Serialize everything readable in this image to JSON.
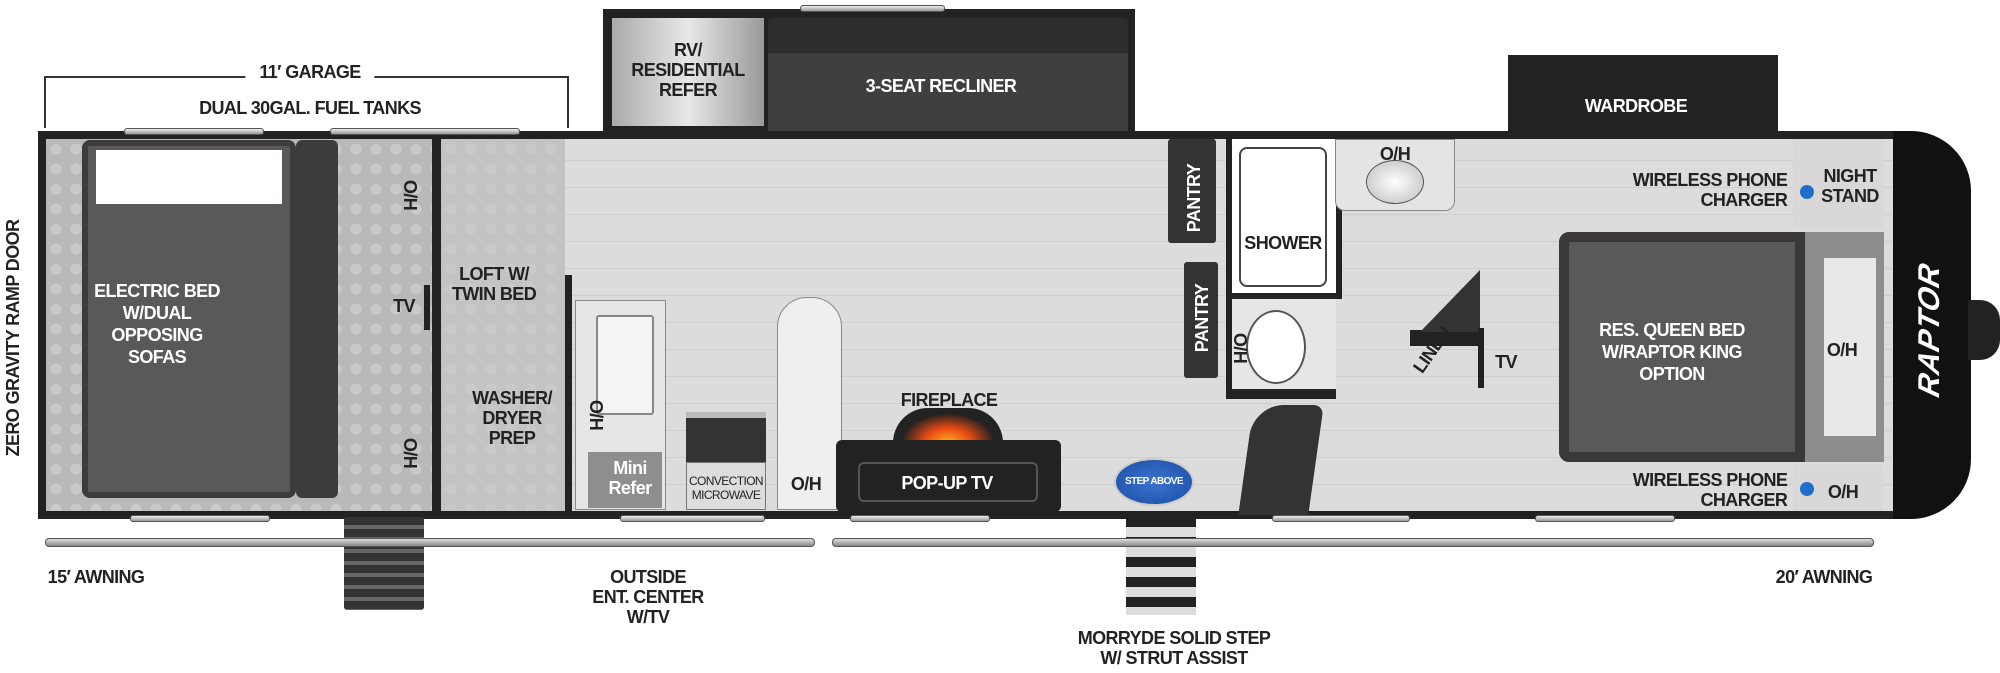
{
  "colors": {
    "wall": "#222222",
    "floor": "#dcdcdc",
    "garage_floor": "#b9b9bb",
    "furniture": "#3d3b3c",
    "charger_dot": "#1f6fc9",
    "logo_blue": "#1d4fa3"
  },
  "dimensions": {
    "garage": "11′ GARAGE",
    "fuel_tanks": "DUAL 30GAL. FUEL TANKS"
  },
  "exterior": {
    "ramp_door": "ZERO GRAVITY RAMP DOOR",
    "awning_left": "15′ AWNING",
    "awning_right": "20′ AWNING",
    "outside_ent": "OUTSIDE\nENT. CENTER\nW/TV",
    "step": "MORRYDE SOLID STEP\nW/ STRUT ASSIST"
  },
  "garage": {
    "bed": "ELECTRIC BED\nW/DUAL\nOPPOSING\nSOFAS",
    "oh_top": "O/H",
    "oh_bottom": "O/H",
    "tv": "TV",
    "loft": "LOFT W/\nTWIN BED",
    "washer": "WASHER/\nDRYER\nPREP"
  },
  "kitchen": {
    "oh_sink": "O/H",
    "mini_refer": "Mini\nRefer",
    "microwave": "CONVECTION\nMICROWAVE",
    "oh": "O/H",
    "fireplace": "FIREPLACE",
    "popup_tv": "POP-UP TV",
    "refer": "RV/\nRESIDENTIAL\nREFER",
    "recliner": "3-SEAT RECLINER",
    "pantry1": "PANTRY",
    "pantry2": "PANTRY"
  },
  "bath": {
    "shower": "SHOWER",
    "oh_vanity": "O/H",
    "oh_toilet": "O/H",
    "linen": "LINEN",
    "tv": "TV"
  },
  "bedroom": {
    "wardrobe": "WARDROBE",
    "charger_top": "WIRELESS PHONE\nCHARGER",
    "nightstand": "NIGHT\nSTAND",
    "bed": "RES. QUEEN BED\nW/RAPTOR KING\nOPTION",
    "oh_bed": "O/H",
    "charger_bottom": "WIRELESS PHONE\nCHARGER",
    "oh_bottom": "O/H"
  },
  "logos": {
    "brand": "RAPTOR",
    "step_above": "STEP ABOVE"
  }
}
